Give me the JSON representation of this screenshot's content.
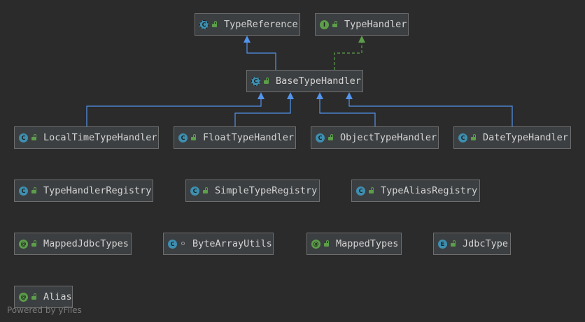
{
  "diagram": {
    "nodes": [
      {
        "id": "type_reference",
        "label": "TypeReference",
        "kind": "abstract",
        "visibility": "public"
      },
      {
        "id": "type_handler",
        "label": "TypeHandler",
        "kind": "interface",
        "visibility": "public"
      },
      {
        "id": "base_type_handler",
        "label": "BaseTypeHandler",
        "kind": "abstract",
        "visibility": "public"
      },
      {
        "id": "local_time_type_handler",
        "label": "LocalTimeTypeHandler",
        "kind": "class",
        "visibility": "public"
      },
      {
        "id": "float_type_handler",
        "label": "FloatTypeHandler",
        "kind": "class",
        "visibility": "public"
      },
      {
        "id": "object_type_handler",
        "label": "ObjectTypeHandler",
        "kind": "class",
        "visibility": "public"
      },
      {
        "id": "date_type_handler",
        "label": "DateTypeHandler",
        "kind": "class",
        "visibility": "public"
      },
      {
        "id": "type_handler_registry",
        "label": "TypeHandlerRegistry",
        "kind": "class",
        "visibility": "public"
      },
      {
        "id": "simple_type_registry",
        "label": "SimpleTypeRegistry",
        "kind": "class",
        "visibility": "public"
      },
      {
        "id": "type_alias_registry",
        "label": "TypeAliasRegistry",
        "kind": "class",
        "visibility": "public"
      },
      {
        "id": "mapped_jdbc_types",
        "label": "MappedJdbcTypes",
        "kind": "annotation",
        "visibility": "public"
      },
      {
        "id": "byte_array_utils",
        "label": "ByteArrayUtils",
        "kind": "class",
        "visibility": "package"
      },
      {
        "id": "mapped_types",
        "label": "MappedTypes",
        "kind": "annotation",
        "visibility": "public"
      },
      {
        "id": "jdbc_type",
        "label": "JdbcType",
        "kind": "enum",
        "visibility": "public"
      },
      {
        "id": "alias",
        "label": "Alias",
        "kind": "annotation",
        "visibility": "public"
      }
    ],
    "edges": [
      {
        "from": "base_type_handler",
        "to": "type_reference",
        "type": "extends"
      },
      {
        "from": "base_type_handler",
        "to": "type_handler",
        "type": "implements"
      },
      {
        "from": "local_time_type_handler",
        "to": "base_type_handler",
        "type": "extends"
      },
      {
        "from": "float_type_handler",
        "to": "base_type_handler",
        "type": "extends"
      },
      {
        "from": "object_type_handler",
        "to": "base_type_handler",
        "type": "extends"
      },
      {
        "from": "date_type_handler",
        "to": "base_type_handler",
        "type": "extends"
      }
    ],
    "footer": "Powered by yFiles",
    "colors": {
      "background": "#2b2b2b",
      "node_fill": "#3c3f41",
      "node_border": "#6e6e6e",
      "extends_edge": "#5394ec",
      "implements_edge": "#5c9e4a",
      "label_text": "#d4d4d4"
    }
  }
}
